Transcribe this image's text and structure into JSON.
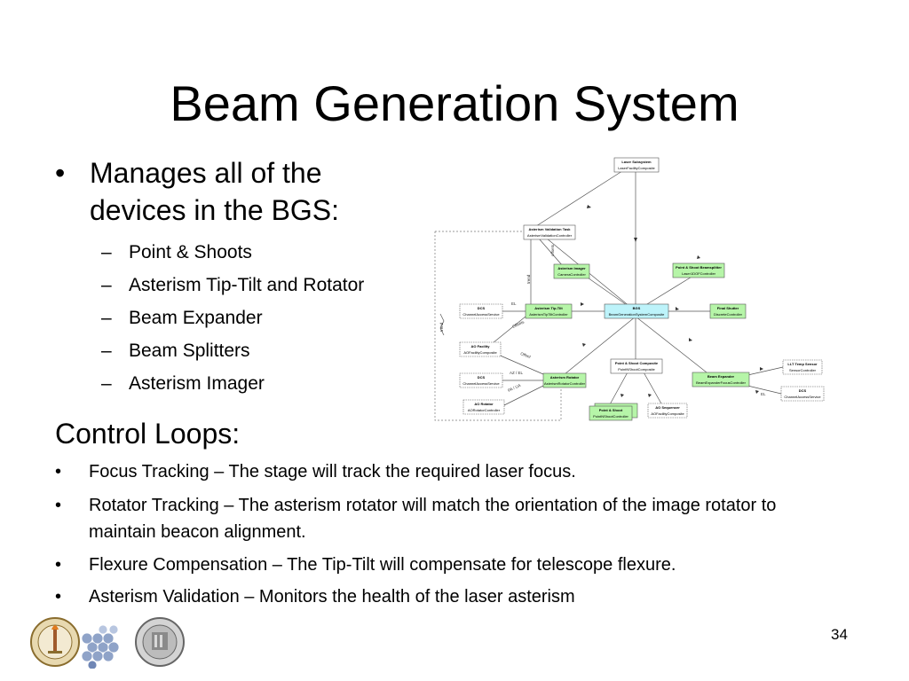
{
  "slide": {
    "title": "Beam Generation System",
    "page_number": "34"
  },
  "manages": {
    "bullet": "•",
    "text": "Manages all of the devices in the BGS:",
    "dash": "–",
    "items": [
      "Point & Shoots",
      "Asterism Tip-Tilt and Rotator",
      "Beam Expander",
      "Beam Splitters",
      "Asterism Imager"
    ]
  },
  "control": {
    "heading": "Control Loops:",
    "bullet": "•",
    "items": [
      "Focus Tracking – The stage will track the required laser focus.",
      "Rotator Tracking – The asterism rotator will match the orientation of the image rotator to maintain beacon alignment.",
      "Flexure Compensation – The Tip-Tilt will compensate for telescope flexure.",
      "Asterism Validation – Monitors the health of the laser asterism"
    ]
  },
  "diagram": {
    "boxes": {
      "laser_subsystem": {
        "name": "Laser Subsystem",
        "sub": "LaserFacilityComposite"
      },
      "asterism_validation": {
        "name": "Asterism Validation Task",
        "sub": "AsterismValidationController"
      },
      "asterism_imager": {
        "name": "Asterism Imager",
        "sub": "CameraController"
      },
      "ps_beamsplitter": {
        "name": "Point & Shoot Beamsplitter",
        "sub": "Laser1DOFController"
      },
      "dcs_left": {
        "name": "DCS",
        "sub": "ChannelAccessService"
      },
      "tip_tilt": {
        "name": "Asterism Tip-Tilt",
        "sub": "AsterismTipTiltController"
      },
      "bgs": {
        "name": "BGS",
        "sub": "BeamGenerationSystemComposite"
      },
      "final_shutter": {
        "name": "Final Shutter",
        "sub": "DiscreteController"
      },
      "ao_facility": {
        "name": "AO Facility",
        "sub": "AOFacilityComposite"
      },
      "ps_composite": {
        "name": "Point & Shoot Composite",
        "sub": "PointNShootComposite"
      },
      "llt_temp": {
        "name": "LLT Temp Sensor",
        "sub": "SensorController"
      },
      "dcs_left2": {
        "name": "DCS",
        "sub": "ChannelAccessService"
      },
      "asterism_rotator": {
        "name": "Asterism Rotator",
        "sub": "AsterismRotatorController"
      },
      "beam_expander": {
        "name": "Beam Expander",
        "sub": "BeamExpanderFocusController"
      },
      "dcs_right": {
        "name": "DCS",
        "sub": "ChannelAccessService"
      },
      "ao_rotator": {
        "name": "AO Rotator",
        "sub": "AORotatorController"
      },
      "point_shoot": {
        "name": "Point & Shoot",
        "sub": "PointNShootController"
      },
      "ao_sequencer": {
        "name": "AO Sequencer",
        "sub": "AOFacilityComposite"
      }
    },
    "labels": {
      "offsets": "offsets",
      "trend": "trend",
      "el": "EL",
      "offsets2": "Offsets",
      "offset3": "Offset",
      "trend2": "trend",
      "az_el": "AZ / EL",
      "pa_ua": "PA / UA",
      "el2": "EL"
    }
  },
  "logos": [
    "caltech-seal",
    "tmt-mirror-logo",
    "uc-seal"
  ],
  "colors": {
    "box_green": "#b6f5a8",
    "box_cyan": "#bdf3fa",
    "line": "#555555"
  }
}
